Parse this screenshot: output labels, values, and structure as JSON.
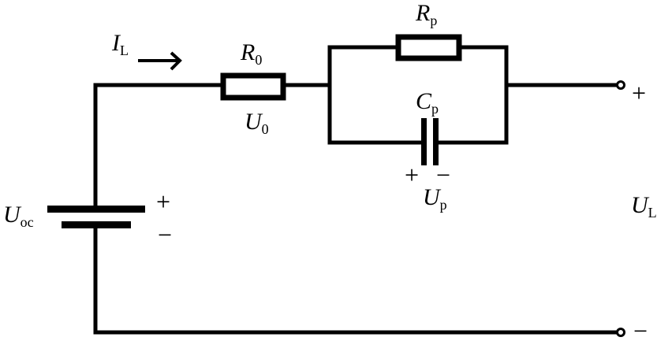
{
  "labels": {
    "current": {
      "main": "I",
      "sub": "L"
    },
    "r0": {
      "main": "R",
      "sub": "0"
    },
    "u0": {
      "main": "U",
      "sub": "0"
    },
    "rp": {
      "main": "R",
      "sub": "p"
    },
    "cp": {
      "main": "C",
      "sub": "p"
    },
    "up": {
      "main": "U",
      "sub": "p"
    },
    "ul": {
      "main": "U",
      "sub": "L"
    },
    "uoc": {
      "main": "U",
      "sub": "oc"
    }
  },
  "signs": {
    "plus": "+",
    "minus": "−"
  }
}
